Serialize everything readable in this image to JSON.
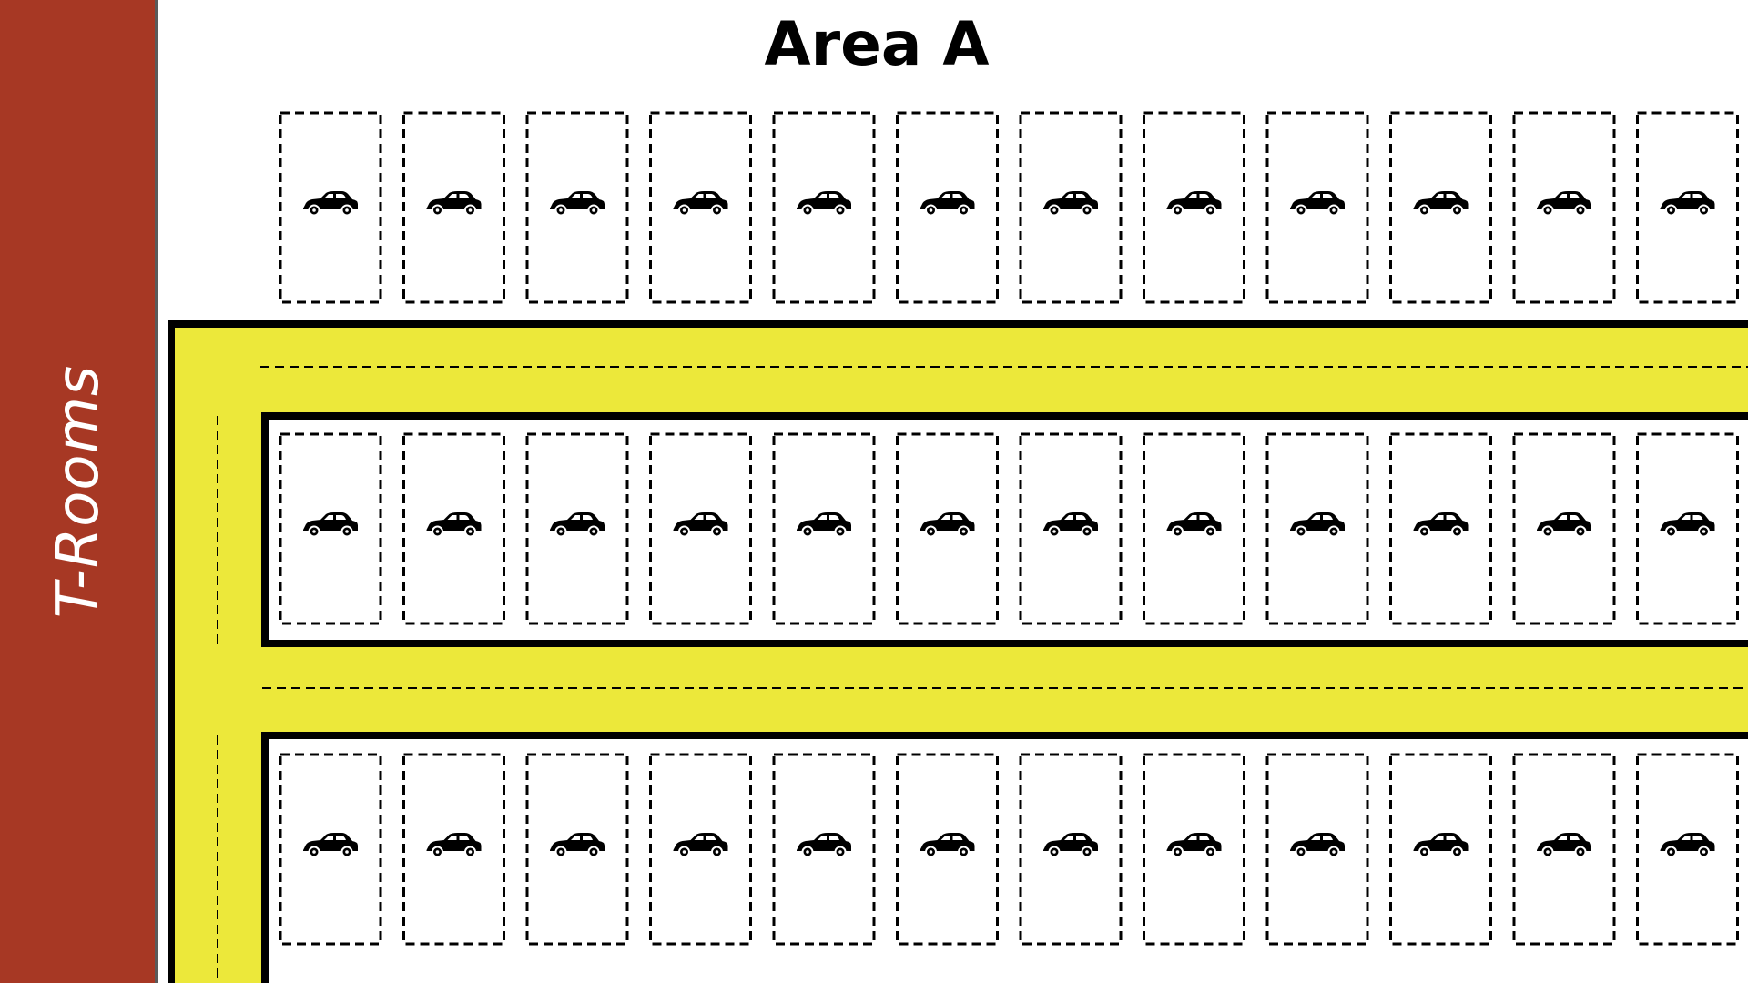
{
  "title": "Area A",
  "building_label": "T-Rooms",
  "colors": {
    "building": "#a73824",
    "road": "#ece83a",
    "outline": "#000000",
    "background": "#ffffff"
  },
  "rows": [
    {
      "name": "row-top",
      "spaces": 12,
      "icon": "car-icon"
    },
    {
      "name": "row-middle",
      "spaces": 12,
      "icon": "car-icon"
    },
    {
      "name": "row-bottom",
      "spaces": 12,
      "icon": "car-icon"
    }
  ]
}
